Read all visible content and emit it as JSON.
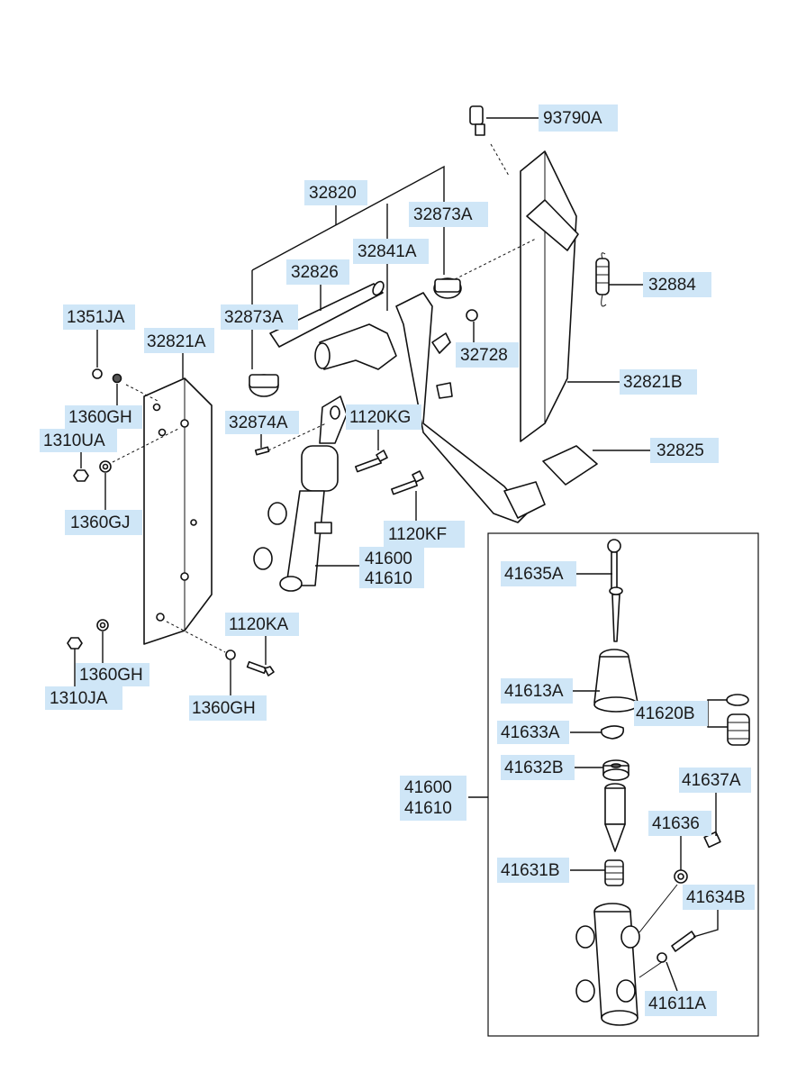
{
  "diagram": {
    "labels": [
      {
        "id": "p93790A",
        "text": "93790A"
      },
      {
        "id": "p32820",
        "text": "32820"
      },
      {
        "id": "p32873A_top",
        "text": "32873A"
      },
      {
        "id": "p32841A",
        "text": "32841A"
      },
      {
        "id": "p32826",
        "text": "32826"
      },
      {
        "id": "p32873A_left",
        "text": "32873A"
      },
      {
        "id": "p32884",
        "text": "32884"
      },
      {
        "id": "p32728",
        "text": "32728"
      },
      {
        "id": "p32821B",
        "text": "32821B"
      },
      {
        "id": "p32825",
        "text": "32825"
      },
      {
        "id": "p1351JA",
        "text": "1351JA"
      },
      {
        "id": "p32821A",
        "text": "32821A"
      },
      {
        "id": "p1360GH_a",
        "text": "1360GH"
      },
      {
        "id": "p1310UA",
        "text": "1310UA"
      },
      {
        "id": "p1360GJ",
        "text": "1360GJ"
      },
      {
        "id": "p32874A",
        "text": "32874A"
      },
      {
        "id": "p1120KG",
        "text": "1120KG"
      },
      {
        "id": "p1120KF",
        "text": "1120KF"
      },
      {
        "id": "p41600_a",
        "text": "41600"
      },
      {
        "id": "p41610_a",
        "text": "41610"
      },
      {
        "id": "p1120KA",
        "text": "1120KA"
      },
      {
        "id": "p1360GH_b",
        "text": "1360GH"
      },
      {
        "id": "p1310JA",
        "text": "1310JA"
      },
      {
        "id": "p1360GH_c",
        "text": "1360GH"
      },
      {
        "id": "p41635A",
        "text": "41635A"
      },
      {
        "id": "p41613A",
        "text": "41613A"
      },
      {
        "id": "p41620B",
        "text": "41620B"
      },
      {
        "id": "p41633A",
        "text": "41633A"
      },
      {
        "id": "p41632B",
        "text": "41632B"
      },
      {
        "id": "p41600_b",
        "text": "41600"
      },
      {
        "id": "p41610_b",
        "text": "41610"
      },
      {
        "id": "p41637A",
        "text": "41637A"
      },
      {
        "id": "p41636",
        "text": "41636"
      },
      {
        "id": "p41631B",
        "text": "41631B"
      },
      {
        "id": "p41634B",
        "text": "41634B"
      },
      {
        "id": "p41611A",
        "text": "41611A"
      }
    ]
  },
  "colors": {
    "label_fill": "#cfe6f7",
    "line": "#111111",
    "background": "#ffffff"
  }
}
